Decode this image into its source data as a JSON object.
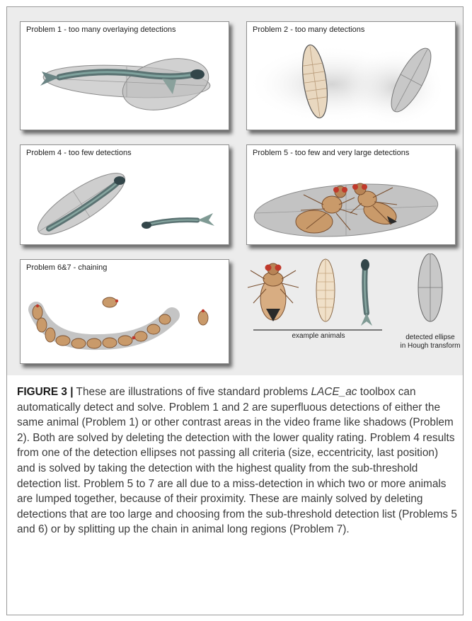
{
  "panels": {
    "p1": {
      "title": "Problem 1 - too many overlaying detections"
    },
    "p2": {
      "title": "Problem 2 - too many detections"
    },
    "p4": {
      "title": "Problem 4 - too few detections"
    },
    "p5": {
      "title": "Problem 5 - too few and very large detections"
    },
    "p67": {
      "title": "Problem 6&7 - chaining"
    }
  },
  "legend": {
    "example_animals": "example animals",
    "ellipse_line1": "detected ellipse",
    "ellipse_line2": "in Hough transform"
  },
  "caption": {
    "label": "FIGURE 3 |",
    "text_before": " These are illustrations of five standard problems ",
    "toolbox": "LACE_ac",
    "text_after": " toolbox can automatically detect and solve. Problem 1 and 2 are superfluous detections of either the same animal (Problem 1) or other contrast areas in the video frame like shadows (Problem 2). Both are solved by deleting the detection with the lower quality rating. Problem 4 results from one of the detection ellipses not passing all criteria (size, eccentricity, last position) and is solved by taking the detection with the highest quality from the sub-threshold detection list. Problem 5 to 7 are all due to a miss-detection in which two or more animals are lumped together, because of their proximity. These are mainly solved by deleting detections that are too large and choosing from the sub-threshold detection list (Problems 5 and 6) or by splitting up the chain in animal long regions (Problem 7)."
  },
  "colors": {
    "fish": "#4e6a6a",
    "fly_body": "#c99a6a",
    "fly_eye": "#c0392b",
    "larva": "#f0e0c8",
    "ellipse_fill": "#b8b8b8"
  }
}
